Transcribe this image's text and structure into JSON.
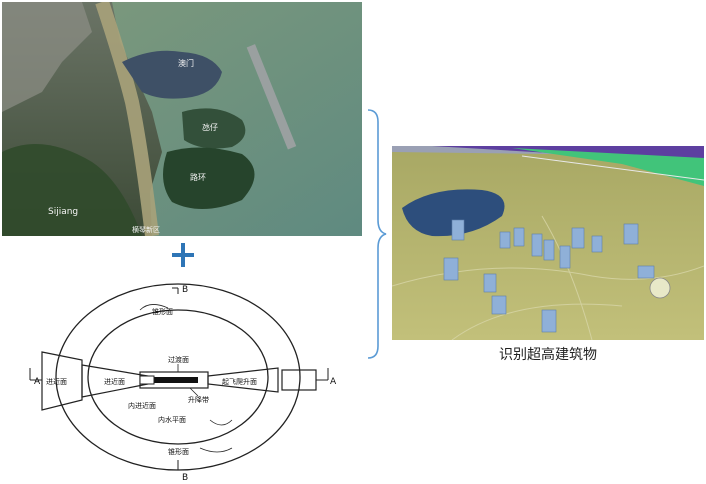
{
  "satellite_map": {
    "labels": {
      "macau": "澳门",
      "taipa": "氹仔",
      "coloane": "路环",
      "sijiang": "Sijiang",
      "hengqin": "横琴新区"
    }
  },
  "surfaces_diagram": {
    "section_top": "B",
    "section_bottom": "B",
    "section_left": "A",
    "section_right": "A",
    "conical_top": "锥形面",
    "conical_bottom": "锥形面",
    "transition": "过渡面",
    "runway_strip": "升降带",
    "approach_outer": "进近面",
    "approach_inner": "进近面",
    "inner_approach": "内进近面",
    "inner_horizontal": "内水平面",
    "takeoff_climb": "起飞爬升面"
  },
  "model_caption": "识别超高建筑物",
  "colors": {
    "brace": "#5b9bd5",
    "plus": "#2e75b6",
    "terrain": "#b8b86a",
    "buildings": "#8fb0d8"
  }
}
